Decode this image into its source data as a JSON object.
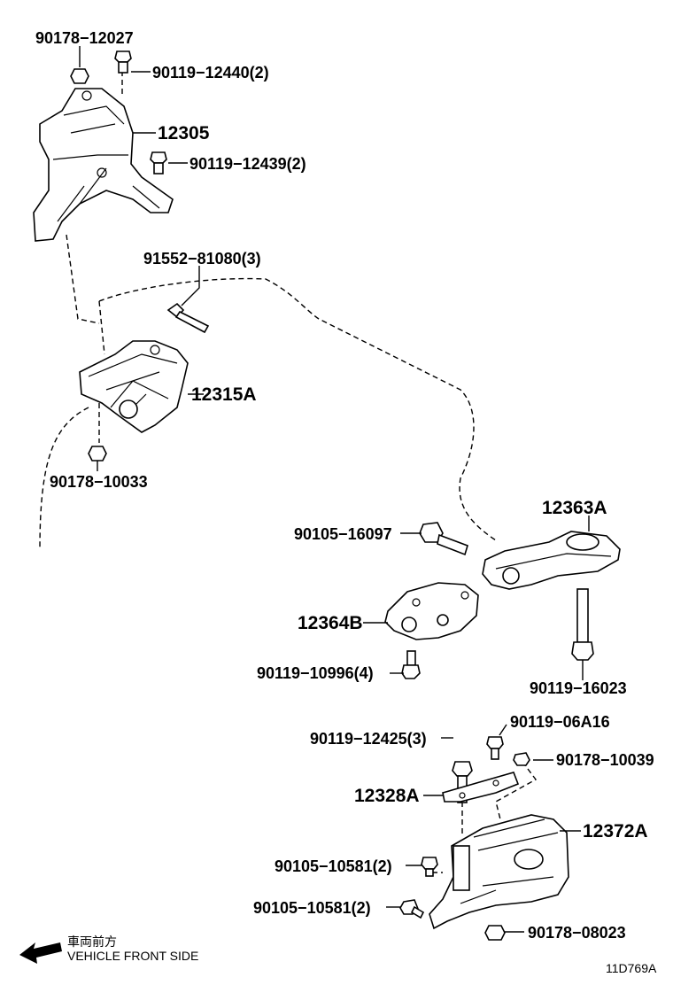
{
  "labels": {
    "p90178_12027": "90178−12027",
    "p90119_12440": "90119−12440(2)",
    "p12305": "12305",
    "p90119_12439": "90119−12439(2)",
    "p91552_81080": "91552−81080(3)",
    "p12315A": "12315A",
    "p90178_10033": "90178−10033",
    "p12363A": "12363A",
    "p90105_16097": "90105−16097",
    "p12364B": "12364B",
    "p90119_10996": "90119−10996(4)",
    "p90119_16023": "90119−16023",
    "p90119_06A16": "90119−06A16",
    "p90119_12425": "90119−12425(3)",
    "p90178_10039": "90178−10039",
    "p12328A": "12328A",
    "p12372A": "12372A",
    "p90105_10581_a": "90105−10581(2)",
    "p90105_10581_b": "90105−10581(2)",
    "p90178_08023": "90178−08023"
  },
  "legend": {
    "japanese": "車両前方",
    "english": "VEHICLE FRONT SIDE"
  },
  "figure_code": "11D769A"
}
